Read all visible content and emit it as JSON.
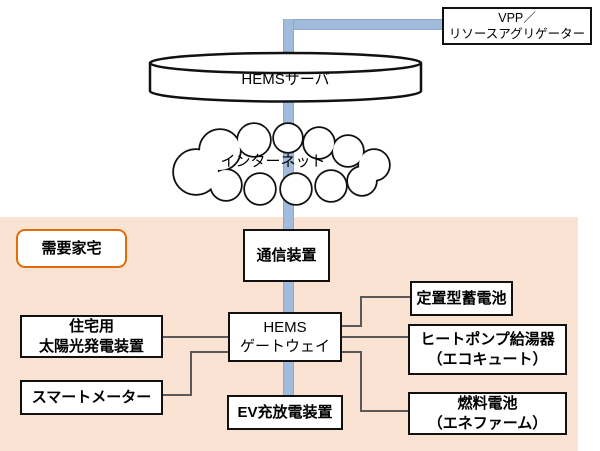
{
  "diagram": {
    "title": "HEMS / VPP system architecture diagram",
    "nodes": {
      "vpp": {
        "label": "VPP／\nリソースアグリゲーター"
      },
      "hems_server": {
        "label": "HEMSサーバ"
      },
      "internet": {
        "label": "インターネット"
      },
      "home_area": {
        "label": "需要家宅"
      },
      "comm_device": {
        "label": "通信装置"
      },
      "hems_gateway": {
        "label": "HEMS\nゲートウェイ"
      },
      "pv": {
        "label": "住宅用\n太陽光発電装置"
      },
      "smart_meter": {
        "label": "スマートメーター"
      },
      "battery": {
        "label": "定置型蓄電池"
      },
      "heat_pump": {
        "label": "ヒートポンプ給湯器\n（エコキュート）"
      },
      "fuel_cell": {
        "label": "燃料電池\n（エネファーム）"
      },
      "ev_charger": {
        "label": "EV充放電装置"
      }
    },
    "colors": {
      "home_bg": "#FAE3D3",
      "home_label_border": "#E36C09",
      "trunk_fill": "#A0BBDC",
      "trunk_edge": "#8CA9CC",
      "connector": "#595959",
      "box_border": "#111111"
    }
  }
}
